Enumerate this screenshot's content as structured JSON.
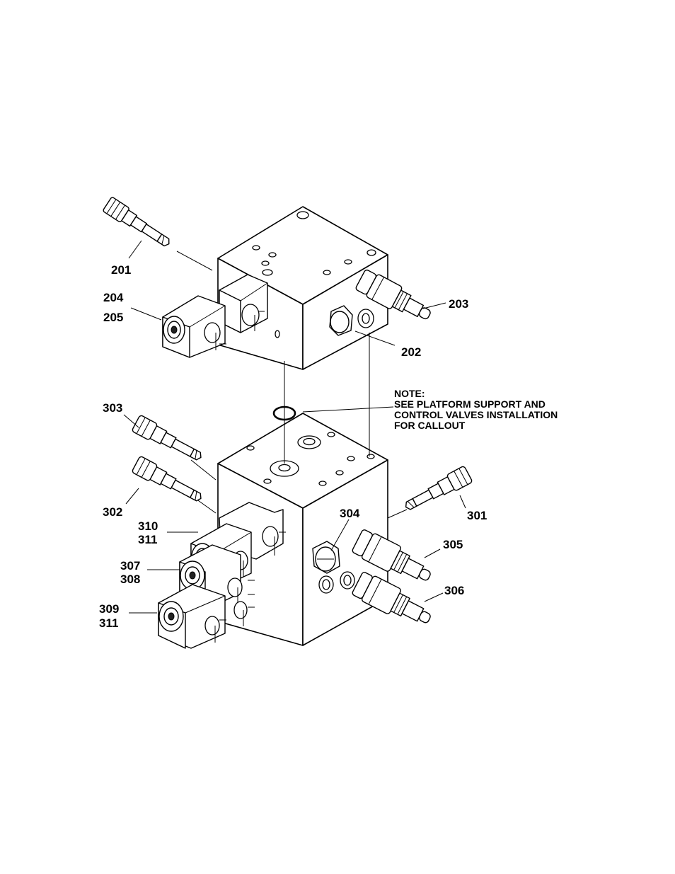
{
  "callouts": {
    "c201": "201",
    "c202": "202",
    "c203": "203",
    "c204": "204",
    "c205": "205",
    "c301": "301",
    "c302": "302",
    "c303": "303",
    "c304": "304",
    "c305": "305",
    "c306": "306",
    "c307": "307",
    "c308": "308",
    "c309": "309",
    "c310": "310",
    "c311a": "311",
    "c311b": "311"
  },
  "note": {
    "line1": "NOTE:",
    "line2": "SEE PLATFORM  SUPPORT AND",
    "line3": "CONTROL VALVES INSTALLATION",
    "line4": "FOR CALLOUT"
  }
}
